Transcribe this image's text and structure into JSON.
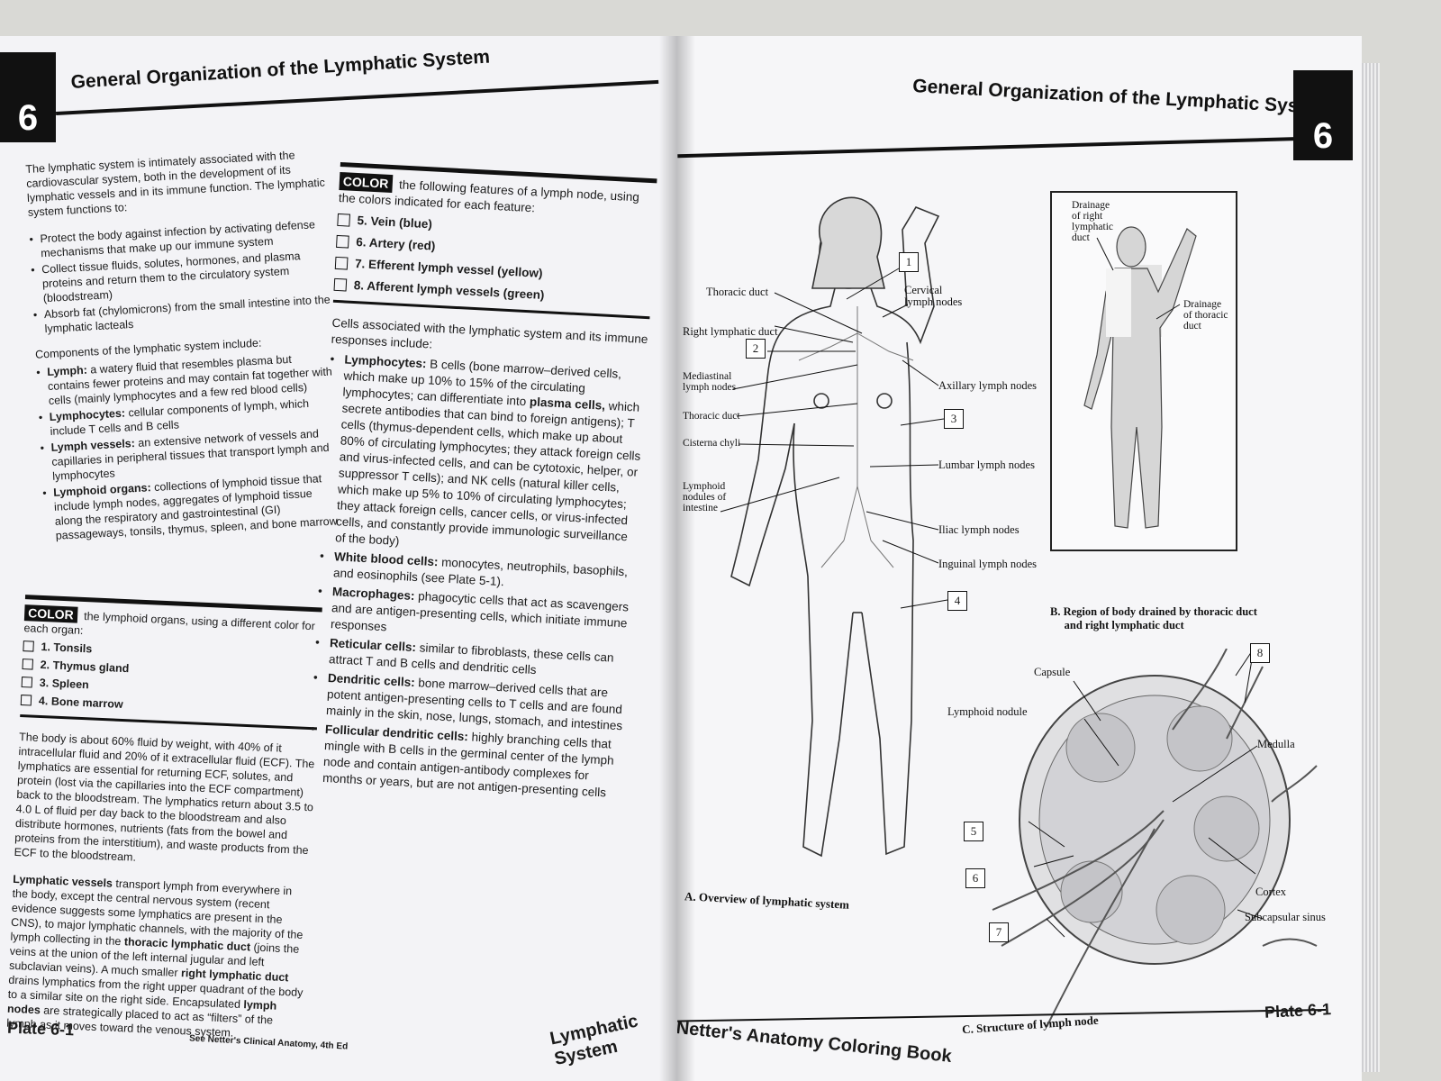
{
  "chapter": {
    "number": "6",
    "title": "General Organization of the Lymphatic System"
  },
  "left": {
    "intro": "The lymphatic system is intimately associated with the cardiovascular system, both in the development of its lymphatic vessels and in its immune function. The lymphatic system functions to:",
    "functions": [
      "Protect the body against infection by activating defense mechanisms that make up our immune system",
      "Collect tissue fluids, solutes, hormones, and plasma proteins and return them to the circulatory system (bloodstream)",
      "Absorb fat (chylomicrons) from the small intestine into the lymphatic lacteals"
    ],
    "components_intro": "Components of the lymphatic system include:",
    "components": [
      {
        "term": "Lymph:",
        "text": " a watery fluid that resembles plasma but contains fewer proteins and may contain fat together with cells (mainly lymphocytes and a few red blood cells)"
      },
      {
        "term": "Lymphocytes:",
        "text": " cellular components of lymph, which include T cells and B cells"
      },
      {
        "term": "Lymph vessels:",
        "text": " an extensive network of vessels and capillaries in peripheral tissues that transport lymph and lymphocytes"
      },
      {
        "term": "Lymphoid organs:",
        "text": " collections of lymphoid tissue that include lymph nodes, aggregates of lymphoid tissue along the respiratory and gastrointestinal (GI) passageways, tonsils, thymus, spleen, and bone marrow"
      }
    ],
    "color_tag": "COLOR",
    "color_instruction": " the lymphoid organs, using a different color for each organ:",
    "color_items": [
      "1.  Tonsils",
      "2.  Thymus gland",
      "3.  Spleen",
      "4.  Bone marrow"
    ],
    "fluid_paragraph": "The body is about 60% fluid by weight, with 40% of it intracellular fluid and 20% of it extracellular fluid (ECF). The lymphatics are essential for returning ECF, solutes, and protein (lost via the capillaries into the ECF compartment) back to the bloodstream. The lymphatics return about 3.5 to 4.0 L of fluid per day back to the bloodstream and also distribute hormones, nutrients (fats from the bowel and proteins from the interstitium), and waste products from the ECF to the bloodstream.",
    "vessels_paragraph": {
      "t1": "Lymphatic vessels",
      "t2": " transport lymph from everywhere in the body, except the central nervous system (recent evidence suggests some lymphatics are present in the CNS), to major lymphatic channels, with the majority of the lymph collecting in the ",
      "t3": "thoracic lymphatic duct",
      "t4": " (joins the veins at the union of the left internal jugular and left subclavian veins). A much smaller ",
      "t5": "right lymphatic duct",
      "t6": " drains lymphatics from the right upper quadrant of the body to a similar site on the right side. Encapsulated ",
      "t7": "lymph nodes",
      "t8": " are strategically placed to act as “filters” of the lymph as it moves toward the venous system."
    },
    "color_tag_2": "COLOR",
    "color_instruction_2": " the following features of a lymph node, using the colors indicated for each feature:",
    "color_items_2": [
      "5.  Vein (blue)",
      "6.  Artery (red)",
      "7.  Efferent lymph vessel (yellow)",
      "8.  Afferent lymph vessels (green)"
    ],
    "cells_intro": "Cells associated with the lymphatic system and its immune responses include:",
    "cells": [
      {
        "term": "Lymphocytes:",
        "text": " B cells (bone marrow–derived cells, which make up 10% to 15% of the circulating lymphocytes; can differentiate into ",
        "term2": "plasma cells,",
        "text2": " which secrete antibodies that can bind to foreign antigens); T cells (thymus-dependent cells, which make up about 80% of circulating lymphocytes; they attack foreign cells and virus-infected cells, and can be cytotoxic, helper, or suppressor T cells); and NK cells (natural killer cells, which make up 5% to 10% of circulating lymphocytes; they attack foreign cells, cancer cells, or virus-infected cells, and constantly provide immunologic surveillance of the body)"
      },
      {
        "term": "White blood cells:",
        "text": " monocytes, neutrophils, basophils, and eosinophils (see Plate 5-1)."
      },
      {
        "term": "Macrophages:",
        "text": " phagocytic cells that act as scavengers and are antigen-presenting cells, which initiate immune responses"
      },
      {
        "term": "Reticular cells:",
        "text": " similar to fibroblasts, these cells can attract T and B cells and dendritic cells"
      },
      {
        "term": "Dendritic cells:",
        "text": " bone marrow–derived cells that are potent antigen-presenting cells to T cells and are found mainly in the skin, nose, lungs, stomach, and intestines"
      },
      {
        "term": "Follicular dendritic cells:",
        "text": " highly branching cells that mingle with B cells in the germinal center of the lymph node and contain antigen-antibody complexes for months or years, but are not antigen-presenting cells"
      }
    ],
    "footer_plate": "Plate 6-1",
    "footer_see": "See Netter's Clinical Anatomy, 4th Ed",
    "footer_section": "Lymphatic System"
  },
  "right": {
    "fig_a": {
      "labels": {
        "thoracic_duct": "Thoracic duct",
        "right_lymphatic_duct": "Right lymphatic duct",
        "mediastinal": "Mediastinal\nlymph nodes",
        "thoracic_duct_2": "Thoracic duct",
        "cisterna_chyli": "Cisterna chyli",
        "lymphoid_nodules": "Lymphoid\nnodules of\nintestine",
        "cervical": "Cervical\nlymph nodes",
        "axillary": "Axillary lymph nodes",
        "lumbar": "Lumbar lymph nodes",
        "iliac": "Iliac lymph nodes",
        "inguinal": "Inguinal lymph nodes"
      },
      "boxes": [
        "1",
        "2",
        "3",
        "4"
      ],
      "caption": "A. Overview of lymphatic system"
    },
    "fig_b": {
      "drain_right": "Drainage\nof right\nlymphatic\nduct",
      "drain_thoracic": "Drainage\nof thoracic\nduct",
      "caption": "B. Region of body drained by thoracic duct\n     and right lymphatic duct"
    },
    "fig_c": {
      "capsule": "Capsule",
      "lymphoid_nodule": "Lymphoid nodule",
      "medulla": "Medulla",
      "cortex": "Cortex",
      "subcapsular": "Subcapsular sinus",
      "boxes": [
        "5",
        "6",
        "7",
        "8"
      ],
      "caption": "C. Structure of lymph node"
    },
    "footer_book": "Netter's Anatomy Coloring Book",
    "footer_plate": "Plate 6-1"
  }
}
